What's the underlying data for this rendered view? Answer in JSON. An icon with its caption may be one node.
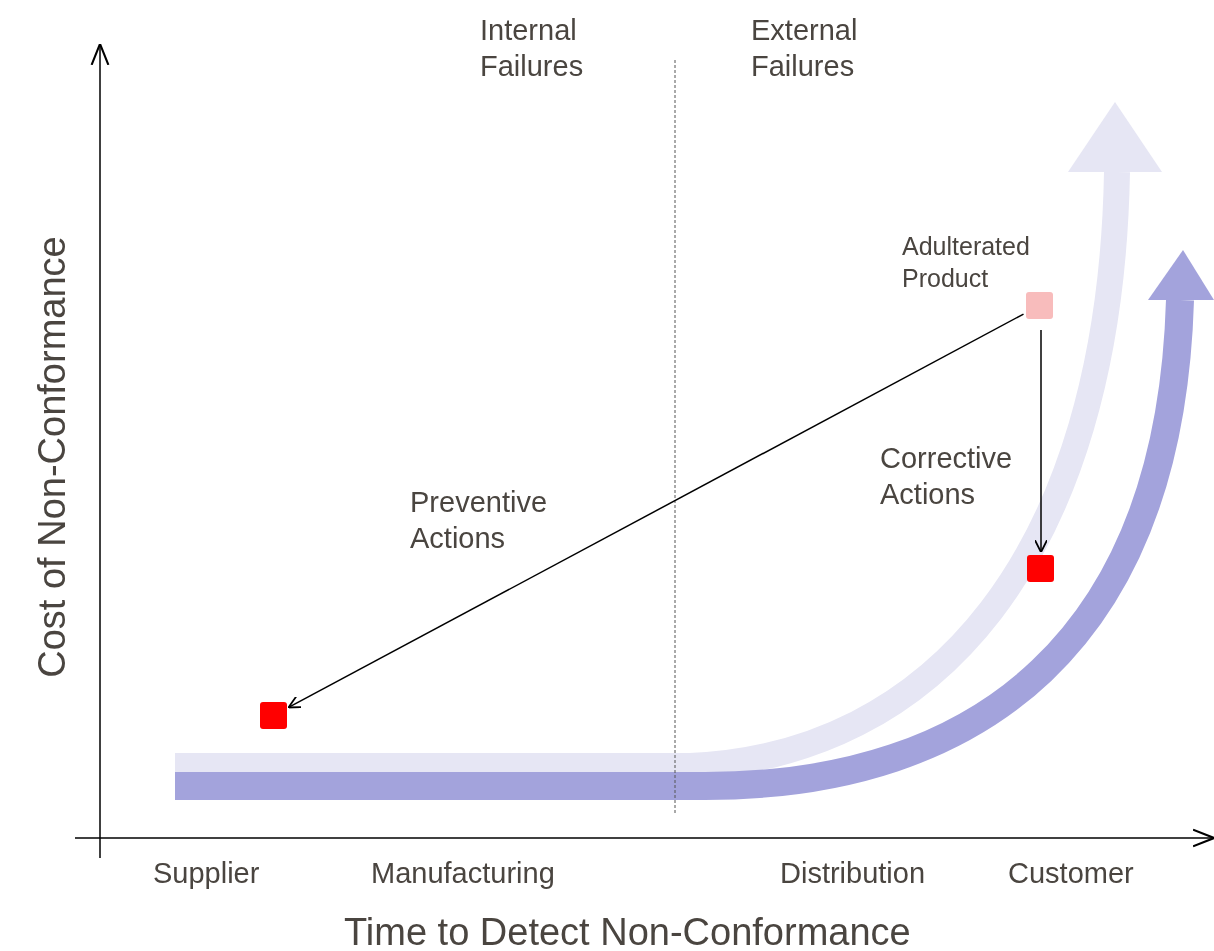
{
  "diagram": {
    "nodes": [
      {
        "text": [],
        "shape": "box",
        "beside": [
          "Adulterated Product"
        ]
      },
      {
        "text": [],
        "shape": "box"
      },
      {
        "text": [],
        "shape": "box"
      }
    ],
    "edges": [
      {
        "from": 0,
        "to": 1,
        "arrow": "to",
        "label": "Preventive Actions"
      },
      {
        "from": 0,
        "to": 2,
        "arrow": "to",
        "label": "Corrective Actions"
      }
    ],
    "labels": [
      "Internal Failures",
      "External Failures",
      "Cost of Non-Conformance",
      "Supplier",
      "Manufacturing",
      "Distribution",
      "Customer",
      "Time to Detect Non-Conformance"
    ]
  }
}
